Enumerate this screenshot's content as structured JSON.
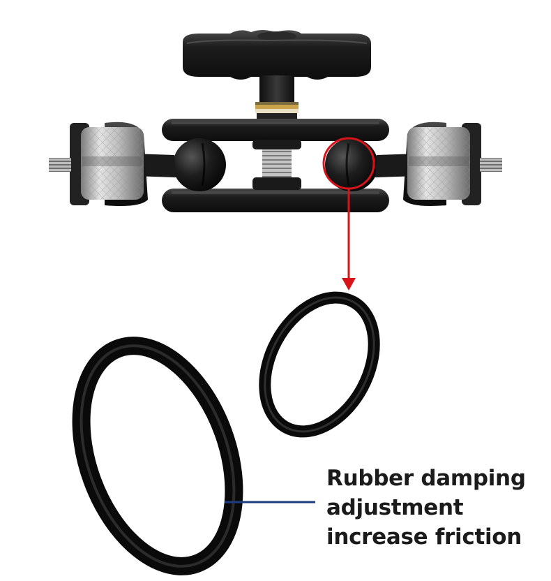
{
  "caption": {
    "line1": "Rubber damping",
    "line2": "adjustment",
    "line3": "increase friction"
  },
  "colors": {
    "callout_red": "#d7141a",
    "leader_blue": "#1f3b80",
    "metal_black": "#1a1a1a",
    "knurl_silver": "#c9c9c9",
    "brass_ring": "#c9a24a"
  },
  "icons": [
    "ball-head-clamp",
    "o-ring-large",
    "o-ring-small",
    "callout-arrow"
  ]
}
